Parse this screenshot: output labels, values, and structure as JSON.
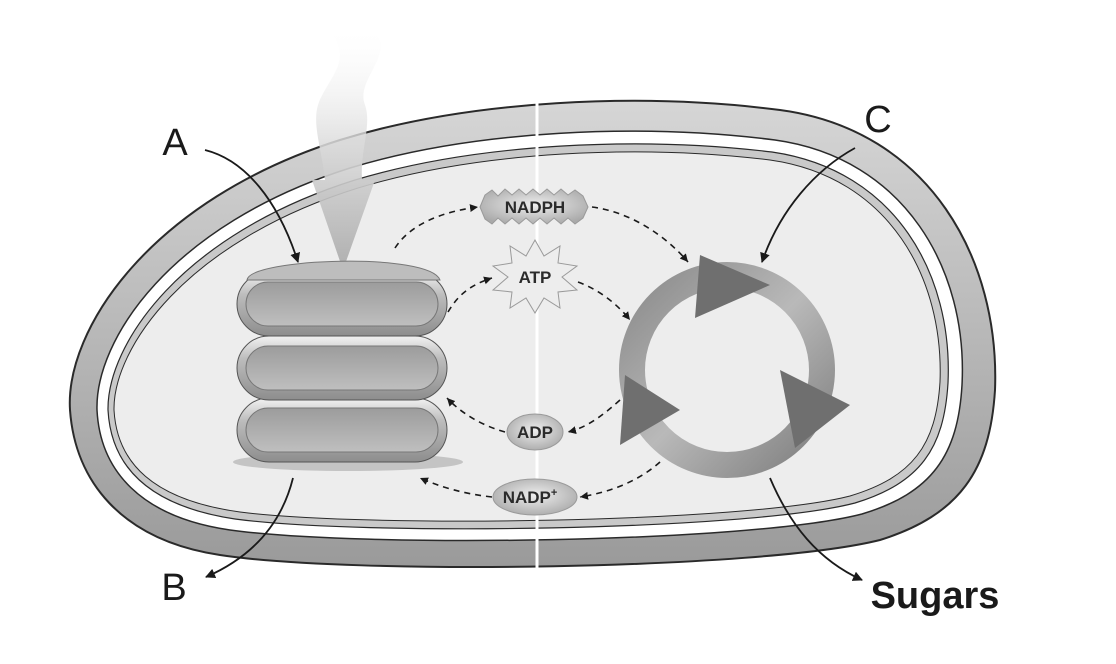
{
  "labels": {
    "a": "A",
    "b": "B",
    "c": "C",
    "sugars": "Sugars"
  },
  "molecules": {
    "nadph": "NADPH",
    "atp": "ATP",
    "adp": "ADP",
    "nadp": "NADP",
    "nadp_superscript": "+"
  }
}
